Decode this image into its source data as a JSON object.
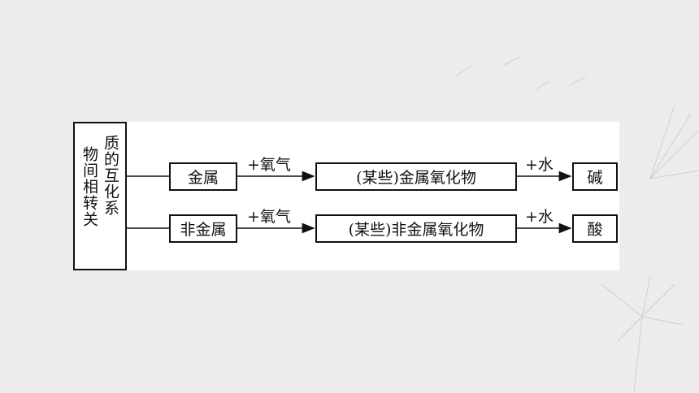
{
  "diagram": {
    "side_title": "物质间的相互转化关系",
    "side_col_right": "质的互化系",
    "side_col_left": "物间相转关",
    "row1": {
      "start": "金属",
      "arrow1_label": "+氧气",
      "middle": "(某些)金属氧化物",
      "arrow2_label": "+水",
      "end": "碱"
    },
    "row2": {
      "start": "非金属",
      "arrow1_label": "+氧气",
      "middle": "(某些)非金属氧化物",
      "arrow2_label": "+水",
      "end": "酸"
    }
  },
  "colors": {
    "background": "#ececec",
    "panel": "#ffffff",
    "stroke": "#111111"
  }
}
